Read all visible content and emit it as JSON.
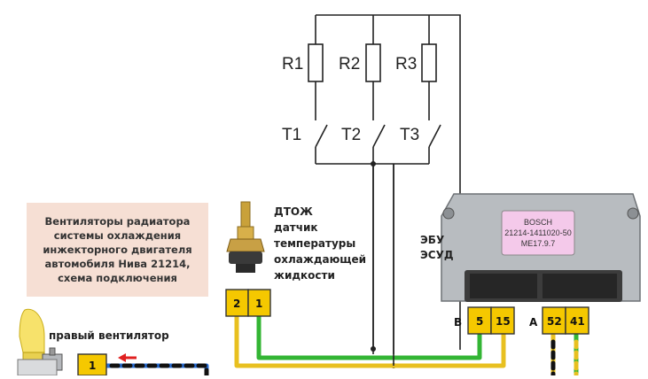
{
  "title": "Вентиляторы радиатора\nсистемы охлаждения\nинжекторного двигателя\nавтомобиля Нива 21214,\nсхема подключения",
  "resistors": [
    "R1",
    "R2",
    "R3"
  ],
  "switches": [
    "T1",
    "T2",
    "T3"
  ],
  "sensor": {
    "name": "ДТОЖ",
    "description": "датчик\nтемпературы\nохлаждающей\nжидкости",
    "pins": [
      "2",
      "1"
    ]
  },
  "ecu": {
    "label": "ЭБУ\nЭСУД",
    "sticker": [
      "BOSCH",
      "21214-1411020-50",
      "ME17.9.7"
    ],
    "connector_b": {
      "name": "B",
      "pins": [
        "5",
        "15"
      ]
    },
    "connector_a": {
      "name": "A",
      "pins": [
        "52",
        "41"
      ]
    }
  },
  "fan": {
    "label": "правый вентилятор",
    "pin": "1"
  },
  "colors": {
    "wire_yellow": "#e8c020",
    "wire_green": "#33b534",
    "wire_blue": "#2a6fd6",
    "connector": "#f5c800",
    "title_bg": "#f6dfd4",
    "arrow": "#e02020"
  }
}
